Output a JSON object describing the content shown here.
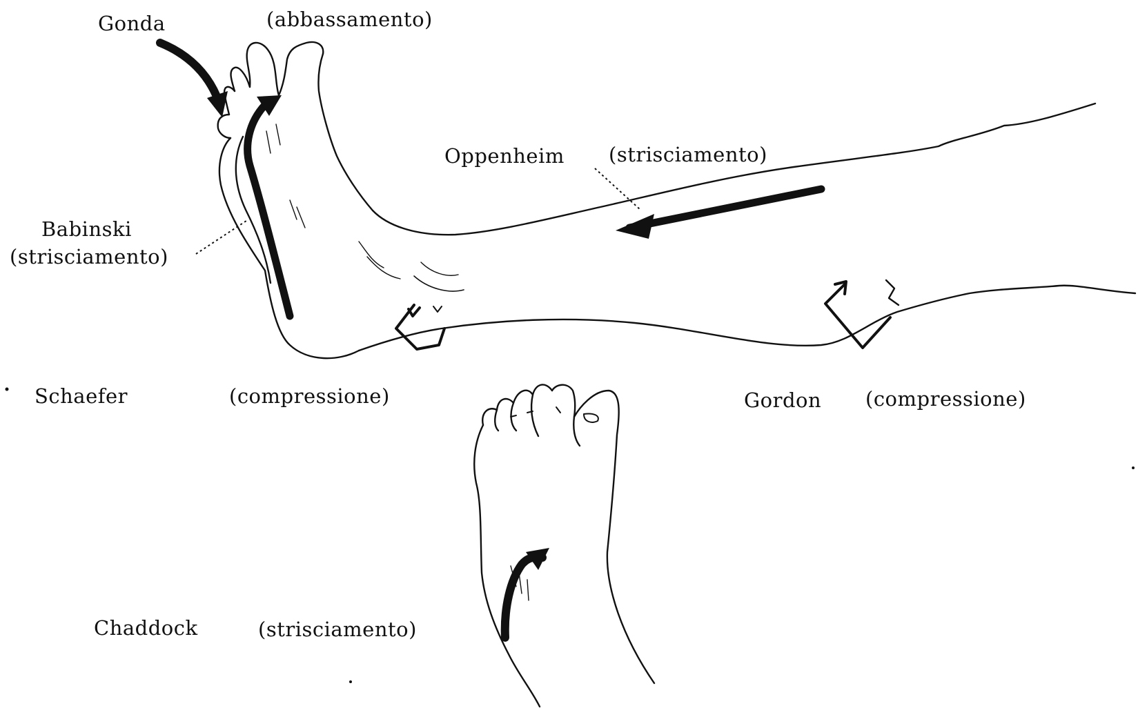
{
  "labels": {
    "gonda": "Gonda",
    "abbassamento": "(abbassamento)",
    "oppenheim": "Oppenheim",
    "oppenheim_action": "(strisciamento)",
    "babinski": "Babinski",
    "babinski_action": "(strisciamento)",
    "schaefer": "Schaefer",
    "schaefer_action": "(compressione)",
    "gordon": "Gordon",
    "gordon_action": "(compressione)",
    "chaddock": "Chaddock",
    "chaddock_action": "(strisciamento)"
  },
  "icons": {
    "side_view": "leg-foot-side-view-illustration",
    "sole_view": "foot-sole-view-illustration",
    "arrow": "stroke-arrow-icon"
  },
  "colors": {
    "ink": "#111111",
    "background": "#ffffff"
  }
}
